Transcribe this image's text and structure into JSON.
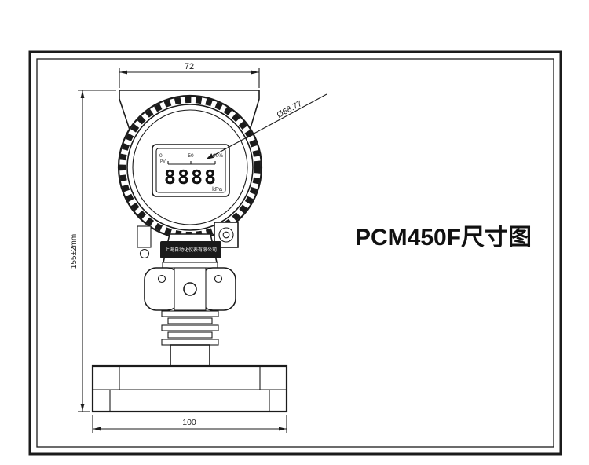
{
  "title": "PCM450F尺寸图",
  "dimensions": {
    "top_width": "72",
    "diameter_callout": "Ø68.77",
    "overall_height": "155±2mm",
    "flange_width": "100"
  },
  "lcd": {
    "scale_zero": "0",
    "scale_pv": "PV",
    "scale_mid": "50",
    "scale_full": "100%",
    "reading": "8888",
    "unit": "kPa"
  },
  "nameplate": "上海自动化仪表有限公司",
  "colors": {
    "line": "#1b1b1b",
    "background": "#ffffff"
  }
}
